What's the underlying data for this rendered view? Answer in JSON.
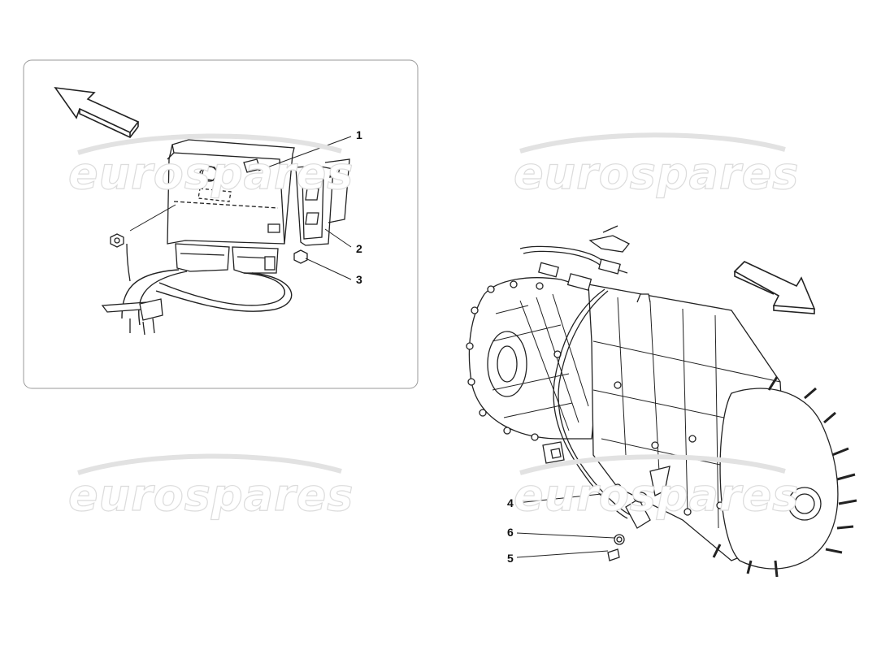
{
  "watermark": {
    "text": "eurospares"
  },
  "callouts": {
    "c1": "1",
    "c2": "2",
    "c3": "3",
    "c4": "4",
    "c5": "5",
    "c6": "6"
  },
  "colors": {
    "line": "#222222",
    "panel_border": "#9a9a9a",
    "watermark": "#dcdcdc"
  },
  "icons": {
    "arrow_left": "direction-arrow-up-left-icon",
    "arrow_right": "direction-arrow-down-right-icon"
  }
}
